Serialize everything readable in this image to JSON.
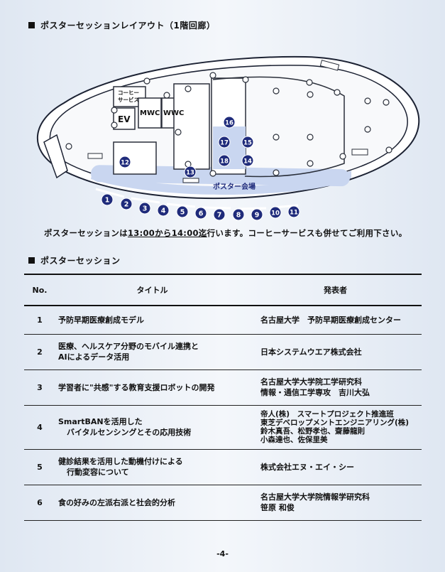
{
  "layout_title": "ポスターセッションレイアウト（1階回廊）",
  "map": {
    "labels": {
      "coffee_service": "コーヒー\nサービス",
      "ev": "EV",
      "mwc1": "MWC",
      "mwc2": "WWC",
      "poster_area": "ポスター会場"
    },
    "booths": [
      "1",
      "2",
      "3",
      "4",
      "5",
      "6",
      "7",
      "8",
      "9",
      "10",
      "11",
      "12",
      "13",
      "14",
      "15",
      "16",
      "17",
      "18"
    ],
    "colors": {
      "booth": "#1f2b7b",
      "area": "#c9d6f0",
      "area_stripe": "#8aa2d6",
      "wall": "#2a2f3a"
    }
  },
  "notice": {
    "pre": "ポスターセッションは",
    "time": "13:00から14:00迄",
    "post": "行います。コーヒーサービスも併せてご利用下さい。"
  },
  "sessions_title": "ポスターセッション",
  "table": {
    "headers": {
      "no": "No.",
      "title": "タイトル",
      "presenter": "発表者"
    },
    "rows": [
      {
        "no": "1",
        "title": [
          "予防早期医療創成モデル"
        ],
        "presenter": [
          "名古屋大学　予防早期医療創成センター"
        ]
      },
      {
        "no": "2",
        "title": [
          "医療、ヘルスケア分野のモバイル連携と",
          "AIによるデータ活用"
        ],
        "presenter": [
          "日本システムウエア株式会社"
        ]
      },
      {
        "no": "3",
        "title": [
          "学習者に\"共感\"する教育支援ロボットの開発"
        ],
        "presenter": [
          "名古屋大学大学院工学研究科",
          "情報・通信工学専攻　吉川大弘"
        ]
      },
      {
        "no": "4",
        "title": [
          "SmartBANを活用した",
          "バイタルセンシングとその応用技術"
        ],
        "presenter": [
          "帝人(株)　スマートプロジェクト推進班",
          "東芝デベロップメントエンジニアリング(株)",
          "鈴木真吾、松野孝也、齋藤龍則",
          "小森達也、佐保里美"
        ]
      },
      {
        "no": "5",
        "title": [
          "健診結果を活用した動機付けによる",
          "行動変容について"
        ],
        "presenter": [
          "株式会社エヌ・エイ・シー"
        ]
      },
      {
        "no": "6",
        "title": [
          "食の好みの左派右派と社会的分析"
        ],
        "presenter": [
          "名古屋大学大学院情報学研究科",
          "笹原 和俊"
        ]
      }
    ]
  },
  "page_number": "-4-"
}
